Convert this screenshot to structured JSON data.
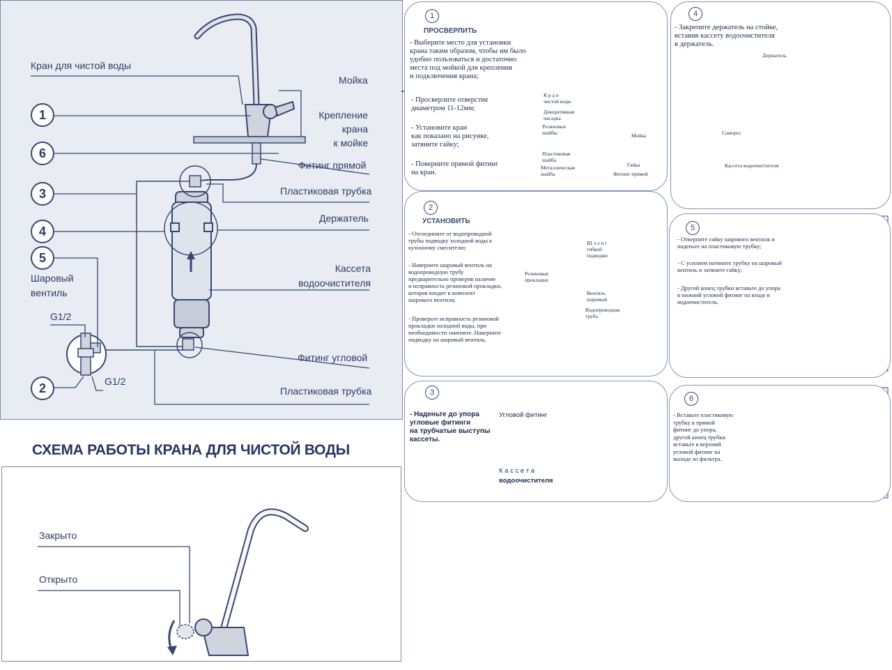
{
  "diagram": {
    "labels": {
      "clean_tap": "Кран для чистой воды",
      "sink": "Мойка",
      "mount": "Крепление\nкрана\nк мойке",
      "straight_fitting": "Фитинг прямой",
      "plastic_tube_top": "Пластиковая трубка",
      "holder": "Держатель",
      "cassette": "Кассета\nводоочистителя",
      "angle_fitting": "Фитинг угловой",
      "plastic_tube_bottom": "Пластиковая трубка",
      "ball_valve": "Шаровый\nвентиль",
      "g_top": "G1/2",
      "g_bottom": "G1/2"
    },
    "callouts": [
      "1",
      "6",
      "3",
      "4",
      "5",
      "2"
    ],
    "title": "СХЕМА РАБОТЫ КРАНА ДЛЯ ЧИСТОЙ ВОДЫ",
    "lever_closed": "Закрыто",
    "lever_open": "Открыто"
  },
  "steps": {
    "s1": {
      "num": "1",
      "title": "ПРОСВЕРЛИТЬ",
      "p1": "- Выберите место для установки\nкрана таким образом, чтобы им было\nудобно пользоваться и достаточно\nместа под мойкой для крепления\nи подключения крана;",
      "p2": "- Просверлите отверстие\nдиаметром 11-12мм;",
      "p3": "- Установите кран\nкак показано на рисунке,\nзатяните гайку;",
      "p4": "- Поверните прямой фитинг\nна кран.",
      "fig": {
        "tap": "К р а н\nчистой воды",
        "nozzle": "Декоративная\nнасадка",
        "rubber": "Резиновые\nшайбы",
        "sink": "Мойка",
        "plastic": "Пластиковая\nшайба",
        "metal": "Металлическая\nшайба",
        "nut": "Гайка",
        "fitting": "Фитинг прямой"
      }
    },
    "s2": {
      "num": "2",
      "title": "УСТАНОВИТЬ",
      "p1": "- Отсоедините от водопроводной\nтрубы подводку холодной воды к\nкухонному смесителю;",
      "p2": "- Наверните шаровый вентиль на\nводопроводную трубу\nпредварительно проверив наличие\nи исправность резиновой прокладки,\nкоторая входит в комплект\nшарового вентиля;",
      "p3": "- Проверьте исправность резиновой\nпрокладки холодной воды, при\nнеобходимости замените. Наверните\nподводку на шаровый вентиль.",
      "fig": {
        "hose": "Ш л а н г\nгибкой\nподводки",
        "gaskets": "Резиновые\nпрокладки",
        "valve": "Вентиль\nшаровый",
        "pipe": "Водопроводная\nтруба"
      }
    },
    "s3": {
      "num": "3",
      "p1": "- Наденьте до упора\nугловые фитинги\nна трубчатые выступы\nкассеты.",
      "fig": {
        "angle": "Угловой фитинг",
        "cassette_a": "К а с с е т а",
        "cassette_b": "водоочистителя"
      }
    },
    "s4": {
      "num": "4",
      "p1": "- Закрепите держатель на стойке,\nвставив кассету водоочистителя\nв держатель.",
      "fig": {
        "holder": "Держатель",
        "screw": "Саморез",
        "cassette": "Кассета водоочистителя"
      }
    },
    "s5": {
      "num": "5",
      "p1": "- Отверните гайку шарового вентиля и\nнаденьте на пластиковую трубку;",
      "p2": "- С усилием натяните трубку на шаровый\nвентиль и затяните гайку;",
      "p3": "- Другой конец трубки вставьте до упора\nв нижний угловой фитинг на входе в\nводоочиститель."
    },
    "s6": {
      "num": "6",
      "p1": "- Вставьте пластиковую\nтрубку в прямой\nфитинг до упора,\nдругой конец трубки\nвставьте в верхний\nугловой фитинг на\nвыходе из фильтра."
    }
  },
  "colors": {
    "line": "#3a4670",
    "panel_bg": "#e9ecf3",
    "metal": "#b9bfcd"
  }
}
